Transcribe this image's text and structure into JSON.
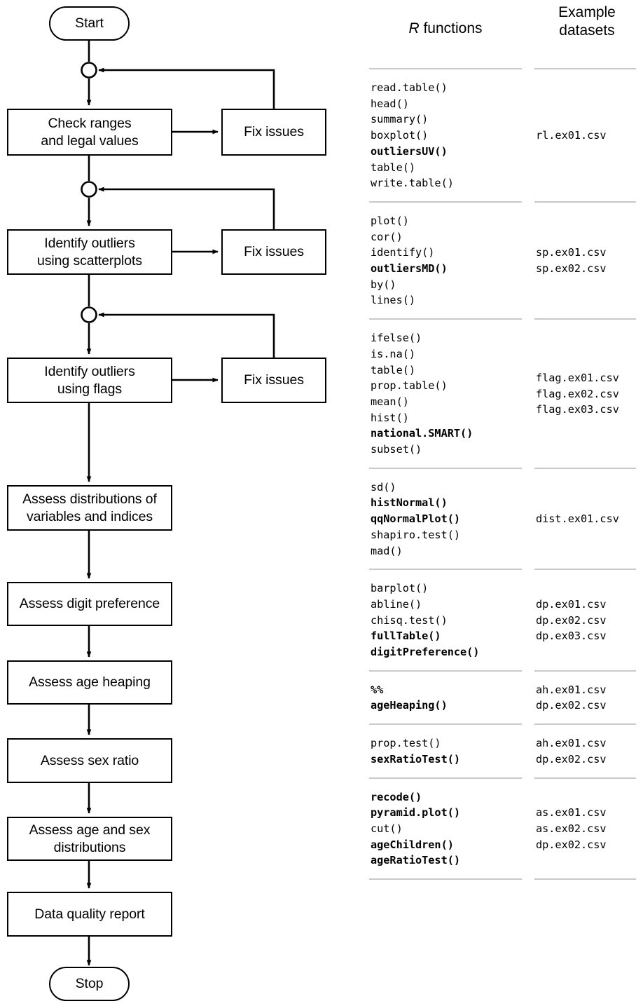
{
  "flowchart": {
    "start_label": "Start",
    "stop_label": "Stop",
    "fix_label": "Fix issues",
    "steps": [
      {
        "id": "check-ranges",
        "label": "Check ranges\nand legal values"
      },
      {
        "id": "identify-outliers-scatterplots",
        "label": "Identify outliers\nusing scatterplots"
      },
      {
        "id": "identify-outliers-flags",
        "label": "Identify outliers\nusing flags"
      },
      {
        "id": "assess-distributions",
        "label": "Assess distributions of\nvariables and indices"
      },
      {
        "id": "assess-digit-preference",
        "label": "Assess digit preference"
      },
      {
        "id": "assess-age-heaping",
        "label": "Assess age heaping"
      },
      {
        "id": "assess-sex-ratio",
        "label": "Assess sex ratio"
      },
      {
        "id": "assess-age-sex",
        "label": "Assess age and sex\ndistributions"
      },
      {
        "id": "data-quality-report",
        "label": "Data quality report"
      }
    ],
    "fix_issue_boxes": [
      "Fix issues",
      "Fix issues",
      "Fix issues"
    ]
  },
  "reference": {
    "header_functions": "R functions",
    "header_functions_italic_prefix": "R",
    "header_functions_rest": " functions",
    "header_datasets": "Example\ndatasets",
    "groups": [
      {
        "functions": [
          {
            "name": "read.table()",
            "bold": false
          },
          {
            "name": "head()",
            "bold": false
          },
          {
            "name": "summary()",
            "bold": false
          },
          {
            "name": "boxplot()",
            "bold": false
          },
          {
            "name": "outliersUV()",
            "bold": true
          },
          {
            "name": "table()",
            "bold": false
          },
          {
            "name": "write.table()",
            "bold": false
          }
        ],
        "datasets": [
          "rl.ex01.csv"
        ]
      },
      {
        "functions": [
          {
            "name": "plot()",
            "bold": false
          },
          {
            "name": "cor()",
            "bold": false
          },
          {
            "name": "identify()",
            "bold": false
          },
          {
            "name": "outliersMD()",
            "bold": true
          },
          {
            "name": "by()",
            "bold": false
          },
          {
            "name": "lines()",
            "bold": false
          }
        ],
        "datasets": [
          "sp.ex01.csv",
          "sp.ex02.csv"
        ]
      },
      {
        "functions": [
          {
            "name": "ifelse()",
            "bold": false
          },
          {
            "name": "is.na()",
            "bold": false
          },
          {
            "name": "table()",
            "bold": false
          },
          {
            "name": "prop.table()",
            "bold": false
          },
          {
            "name": "mean()",
            "bold": false
          },
          {
            "name": "hist()",
            "bold": false
          },
          {
            "name": "national.SMART()",
            "bold": true
          },
          {
            "name": "subset()",
            "bold": false
          }
        ],
        "datasets": [
          "flag.ex01.csv",
          "flag.ex02.csv",
          "flag.ex03.csv"
        ]
      },
      {
        "functions": [
          {
            "name": "sd()",
            "bold": false
          },
          {
            "name": "histNormal()",
            "bold": true
          },
          {
            "name": "qqNormalPlot()",
            "bold": true
          },
          {
            "name": "shapiro.test()",
            "bold": false
          },
          {
            "name": "mad()",
            "bold": false
          }
        ],
        "datasets": [
          "dist.ex01.csv"
        ]
      },
      {
        "functions": [
          {
            "name": "barplot()",
            "bold": false
          },
          {
            "name": "abline()",
            "bold": false
          },
          {
            "name": "chisq.test()",
            "bold": false
          },
          {
            "name": "fullTable()",
            "bold": true
          },
          {
            "name": "digitPreference()",
            "bold": true
          }
        ],
        "datasets": [
          "dp.ex01.csv",
          "dp.ex02.csv",
          "dp.ex03.csv"
        ]
      },
      {
        "functions": [
          {
            "name": "%%",
            "bold": true
          },
          {
            "name": "ageHeaping()",
            "bold": true
          }
        ],
        "datasets": [
          "ah.ex01.csv",
          "dp.ex02.csv"
        ]
      },
      {
        "functions": [
          {
            "name": "prop.test()",
            "bold": false
          },
          {
            "name": "sexRatioTest()",
            "bold": true
          }
        ],
        "datasets": [
          "ah.ex01.csv",
          "dp.ex02.csv"
        ]
      },
      {
        "functions": [
          {
            "name": "recode()",
            "bold": true
          },
          {
            "name": "pyramid.plot()",
            "bold": true
          },
          {
            "name": "cut()",
            "bold": false
          },
          {
            "name": "ageChildren()",
            "bold": true
          },
          {
            "name": "ageRatioTest()",
            "bold": true
          }
        ],
        "datasets": [
          "as.ex01.csv",
          "as.ex02.csv",
          "dp.ex02.csv"
        ]
      }
    ]
  },
  "colors": {
    "stroke": "#000000",
    "rule": "#c9c9c9",
    "background": "#ffffff"
  }
}
